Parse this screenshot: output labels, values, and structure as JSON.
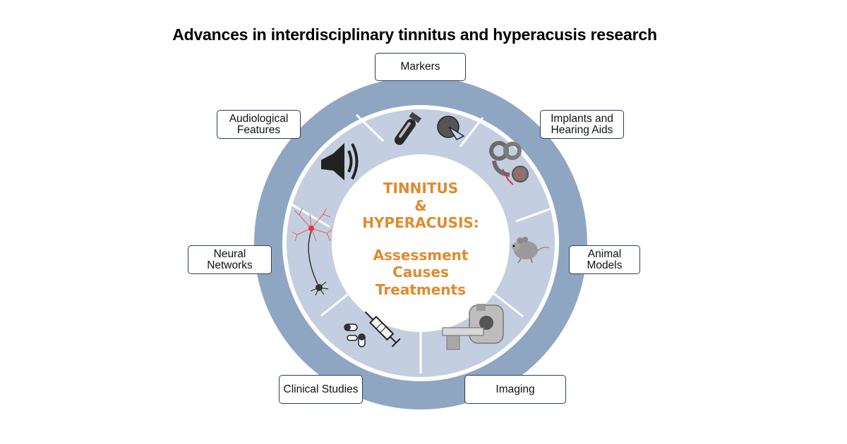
{
  "title": "Advances in interdisciplinary tinnitus and hyperacusis research",
  "center": {
    "line1": "TINNITUS",
    "line2": "&",
    "line3": "HYPERACUSIS:",
    "line4": "Assessment",
    "line5": "Causes",
    "line6": "Treatments"
  },
  "labels": {
    "markers": "Markers",
    "implants": "Implants and\nHearing Aids",
    "animal": "Animal\nModels",
    "imaging": "Imaging",
    "clinical": "Clinical Studies",
    "neural": "Neural\nNetworks",
    "audiological": "Audiological\nFeatures"
  },
  "colors": {
    "outer_ring": "#8fa6c3",
    "segments": "#c3cfe0",
    "center_text": "#e08a2c",
    "label_border": "#2c3e5c"
  },
  "icons": [
    "test-tube-icon",
    "pie-chart-icon",
    "inner-ear-icon",
    "mouse-icon",
    "mri-scanner-icon",
    "syringe-icon",
    "pills-icon",
    "neuron-icon",
    "speaker-icon"
  ]
}
